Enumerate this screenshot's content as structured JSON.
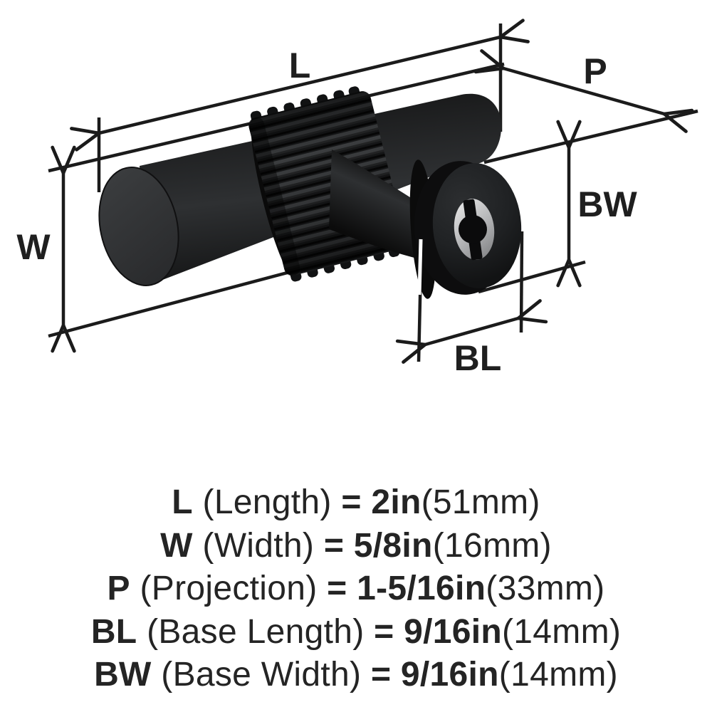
{
  "figure": {
    "type": "product-dimension-diagram",
    "subject": "t-bar cabinet knob, matte black",
    "dimension_labels": {
      "l": "L",
      "p": "P",
      "w": "W",
      "bw": "BW",
      "bl": "BL"
    }
  },
  "specs": [
    {
      "code": "L",
      "name": "(Length)",
      "value": "= 2in",
      "metric": "(51mm)"
    },
    {
      "code": "W",
      "name": "(Width)",
      "value": "= 5/8in",
      "metric": "(16mm)"
    },
    {
      "code": "P",
      "name": "(Projection)",
      "value": "= 1-5/16in",
      "metric": "(33mm)"
    },
    {
      "code": "BL",
      "name": "(Base Length)",
      "value": "= 9/16in",
      "metric": "(14mm)"
    },
    {
      "code": "BW",
      "name": "(Base Width)",
      "value": "= 9/16in",
      "metric": "(14mm)"
    }
  ],
  "colors": {
    "background": "#ffffff",
    "dimension_line": "#1b1b1b",
    "text": "#242424",
    "knob_body": "#2e3032",
    "screw_recess": "#b5b6b8"
  }
}
